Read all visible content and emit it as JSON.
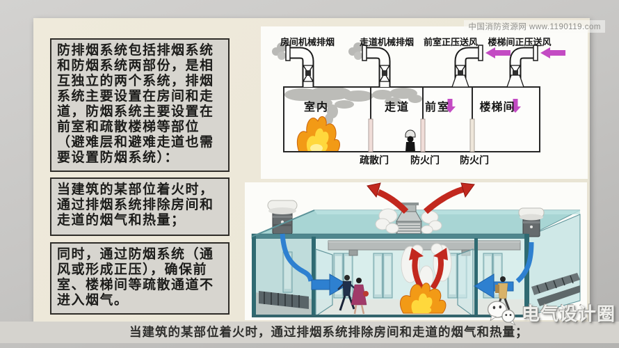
{
  "notes": {
    "box1": "防排烟系统包括排烟系统和防烟系统两部份，是相互独立的两个系统，排烟系统主要设置在房间和走道，防烟系统主要设置在前室和疏散楼梯等部位（避难层和避难走道也需要设置防烟系统）：",
    "box2": "当建筑的某部位着火时，通过排烟系统排除房间和走道的烟气和热量；",
    "box3": "同时，通过防烟系统（通风或形成正压），确保前室、楼梯间等疏散通道不进入烟气。"
  },
  "schematic": {
    "duct_labels": [
      "房间机械排烟",
      "走道机械排烟",
      "前室正压送风",
      "楼梯间正压送风"
    ],
    "room_labels": [
      "室内",
      "走道",
      "前室",
      "楼梯间"
    ],
    "door_labels": [
      "疏散门",
      "防火门",
      "防火门"
    ]
  },
  "caption": "当建筑的某部位着火时，通过排烟系统排除房间和走道的烟气和热量；",
  "watermarks": {
    "top": "中国消防资源网 www.1190119.com",
    "bottom": "电气设计圈"
  },
  "colors": {
    "magenta_arrow": "#c34bc3",
    "red_arrow": "#c2281e",
    "blue_arrow": "#2e80d0",
    "fire_orange": "#f29a16",
    "fire_yellow": "#ffd83c",
    "smoke_gray": "#b7b7b3",
    "roof_teal": "#a8d5d4",
    "paper_cream": "#ece7d8"
  }
}
